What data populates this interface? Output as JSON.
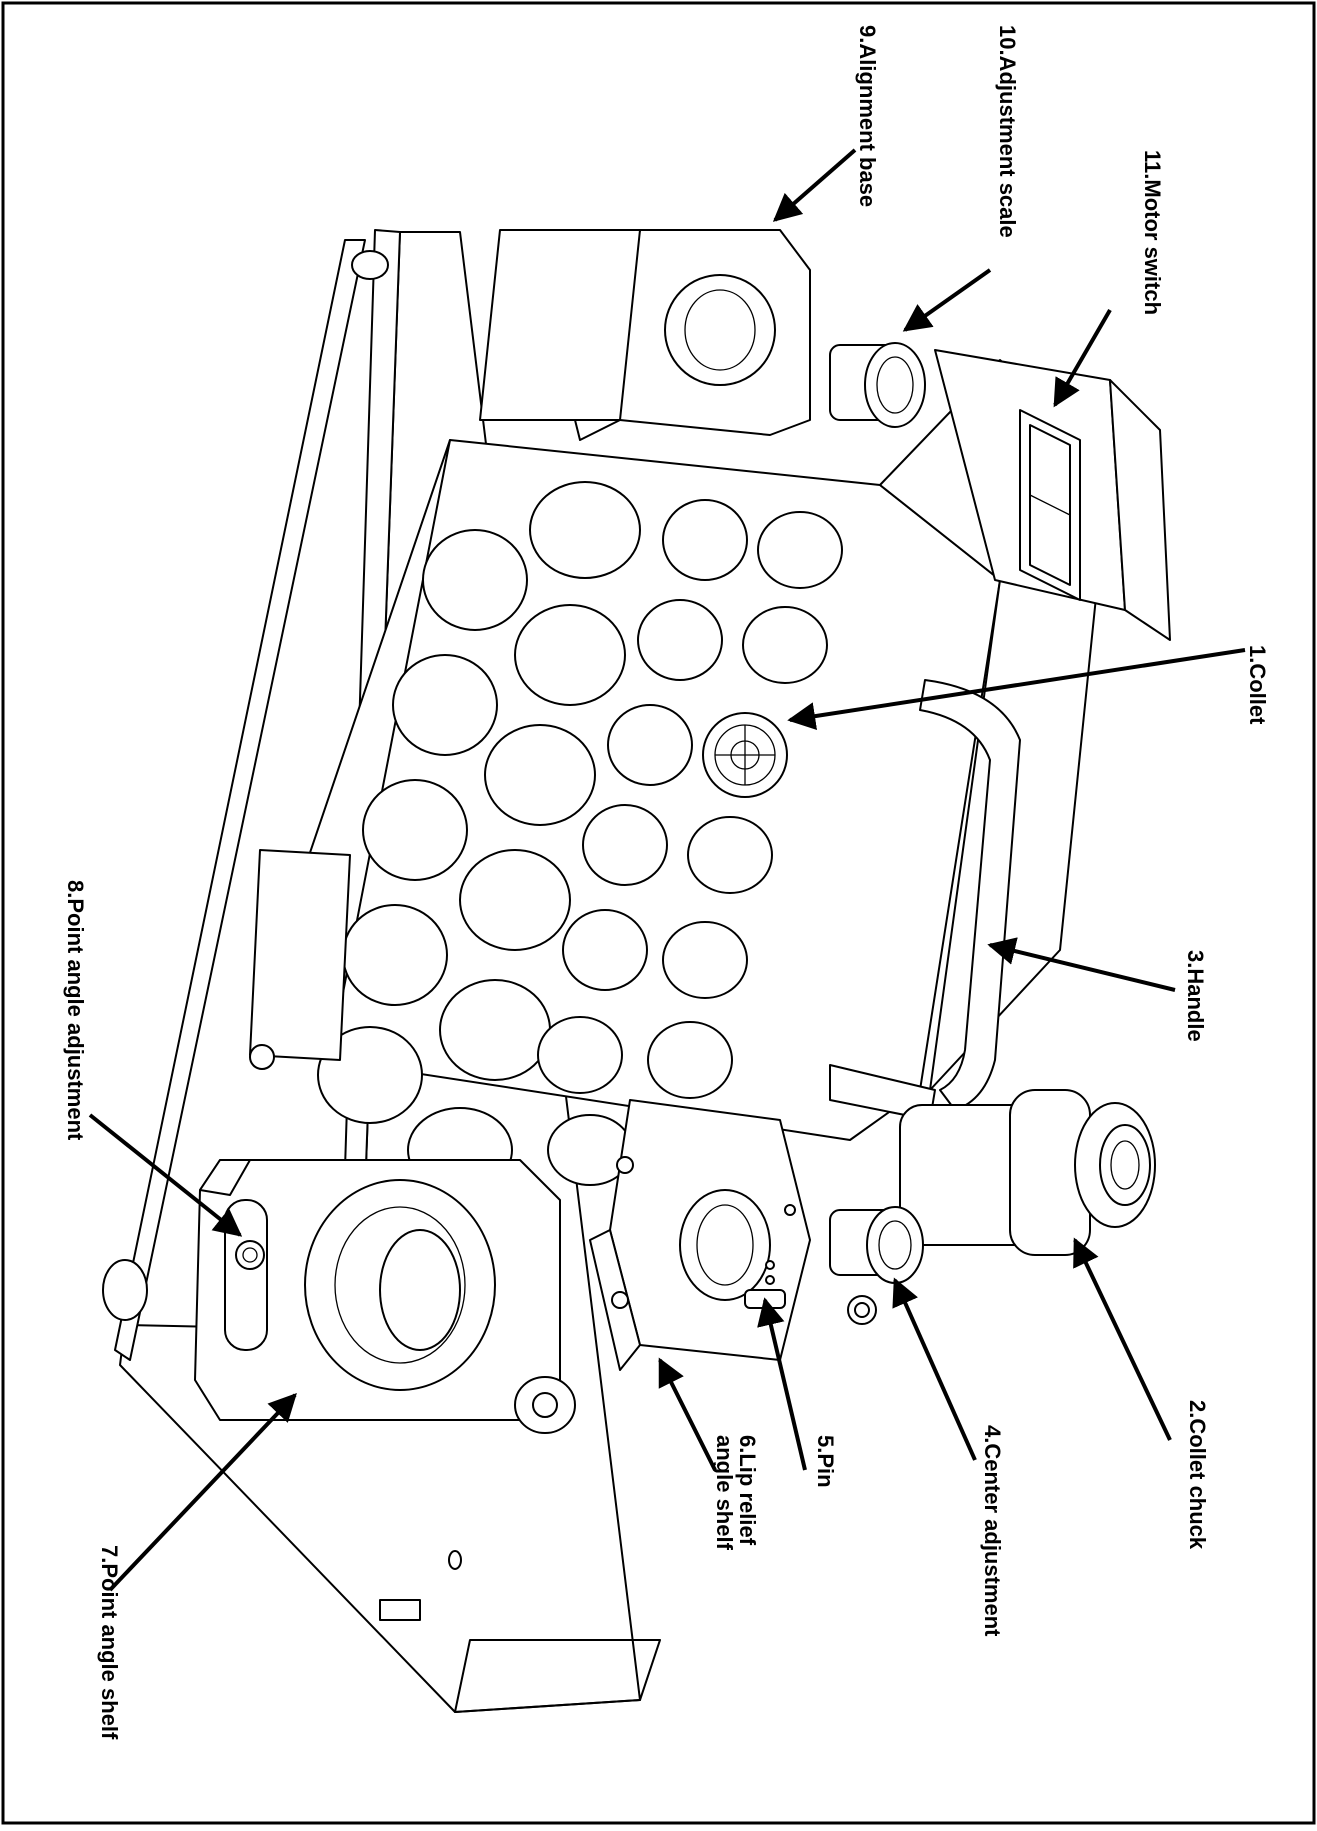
{
  "figure": {
    "type": "exploded part-callout diagram",
    "labels": [
      {
        "id": 1,
        "text": "1.Collet"
      },
      {
        "id": 2,
        "text": "2.Collet chuck"
      },
      {
        "id": 3,
        "text": "3.Handle"
      },
      {
        "id": 4,
        "text": "4.Center adjustment"
      },
      {
        "id": 5,
        "text": "5.Pin"
      },
      {
        "id": 6,
        "text": "6.Lip relief",
        "text2": "angle shelf"
      },
      {
        "id": 7,
        "text": "7.Point angle shelf"
      },
      {
        "id": 8,
        "text": "8.Point angle adjustment"
      },
      {
        "id": 9,
        "text": "9.Alignment base"
      },
      {
        "id": 10,
        "text": "10.Adjustment scale"
      },
      {
        "id": 11,
        "text": "11.Motor switch"
      }
    ]
  }
}
